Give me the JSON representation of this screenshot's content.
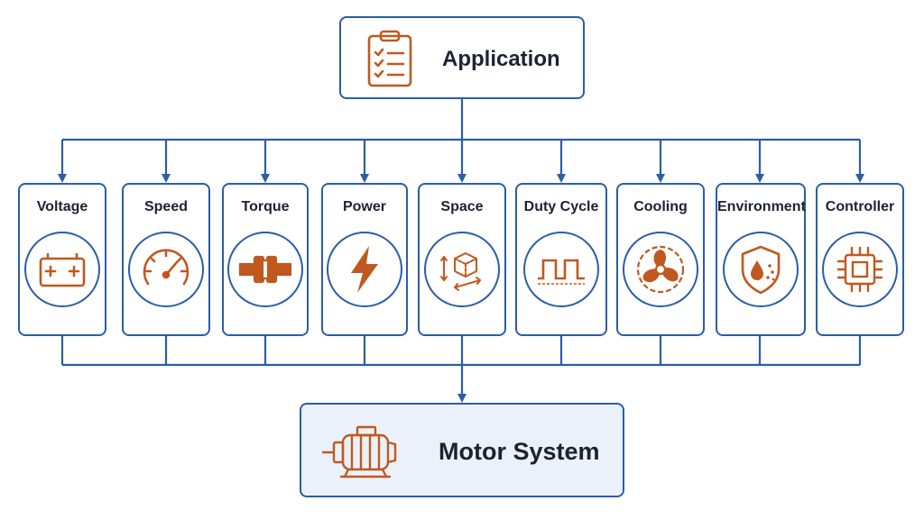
{
  "colors": {
    "line": "#2a5ea8",
    "icon": "#c0591f",
    "bottom_fill": "#eaf1fa"
  },
  "top": {
    "label": "Application",
    "icon": "clipboard-checklist-icon"
  },
  "factors": [
    {
      "label": "Voltage",
      "icon": "battery-icon"
    },
    {
      "label": "Speed",
      "icon": "speedometer-icon"
    },
    {
      "label": "Torque",
      "icon": "shaft-coupling-icon"
    },
    {
      "label": "Power",
      "icon": "lightning-icon"
    },
    {
      "label": "Space",
      "icon": "cube-dimensions-icon"
    },
    {
      "label": "Duty Cycle",
      "icon": "square-wave-icon"
    },
    {
      "label": "Cooling",
      "icon": "fan-icon"
    },
    {
      "label": "Environment",
      "icon": "shield-droplet-icon"
    },
    {
      "label": "Controller",
      "icon": "microchip-icon"
    }
  ],
  "bottom": {
    "label": "Motor System",
    "icon": "motor-icon"
  }
}
